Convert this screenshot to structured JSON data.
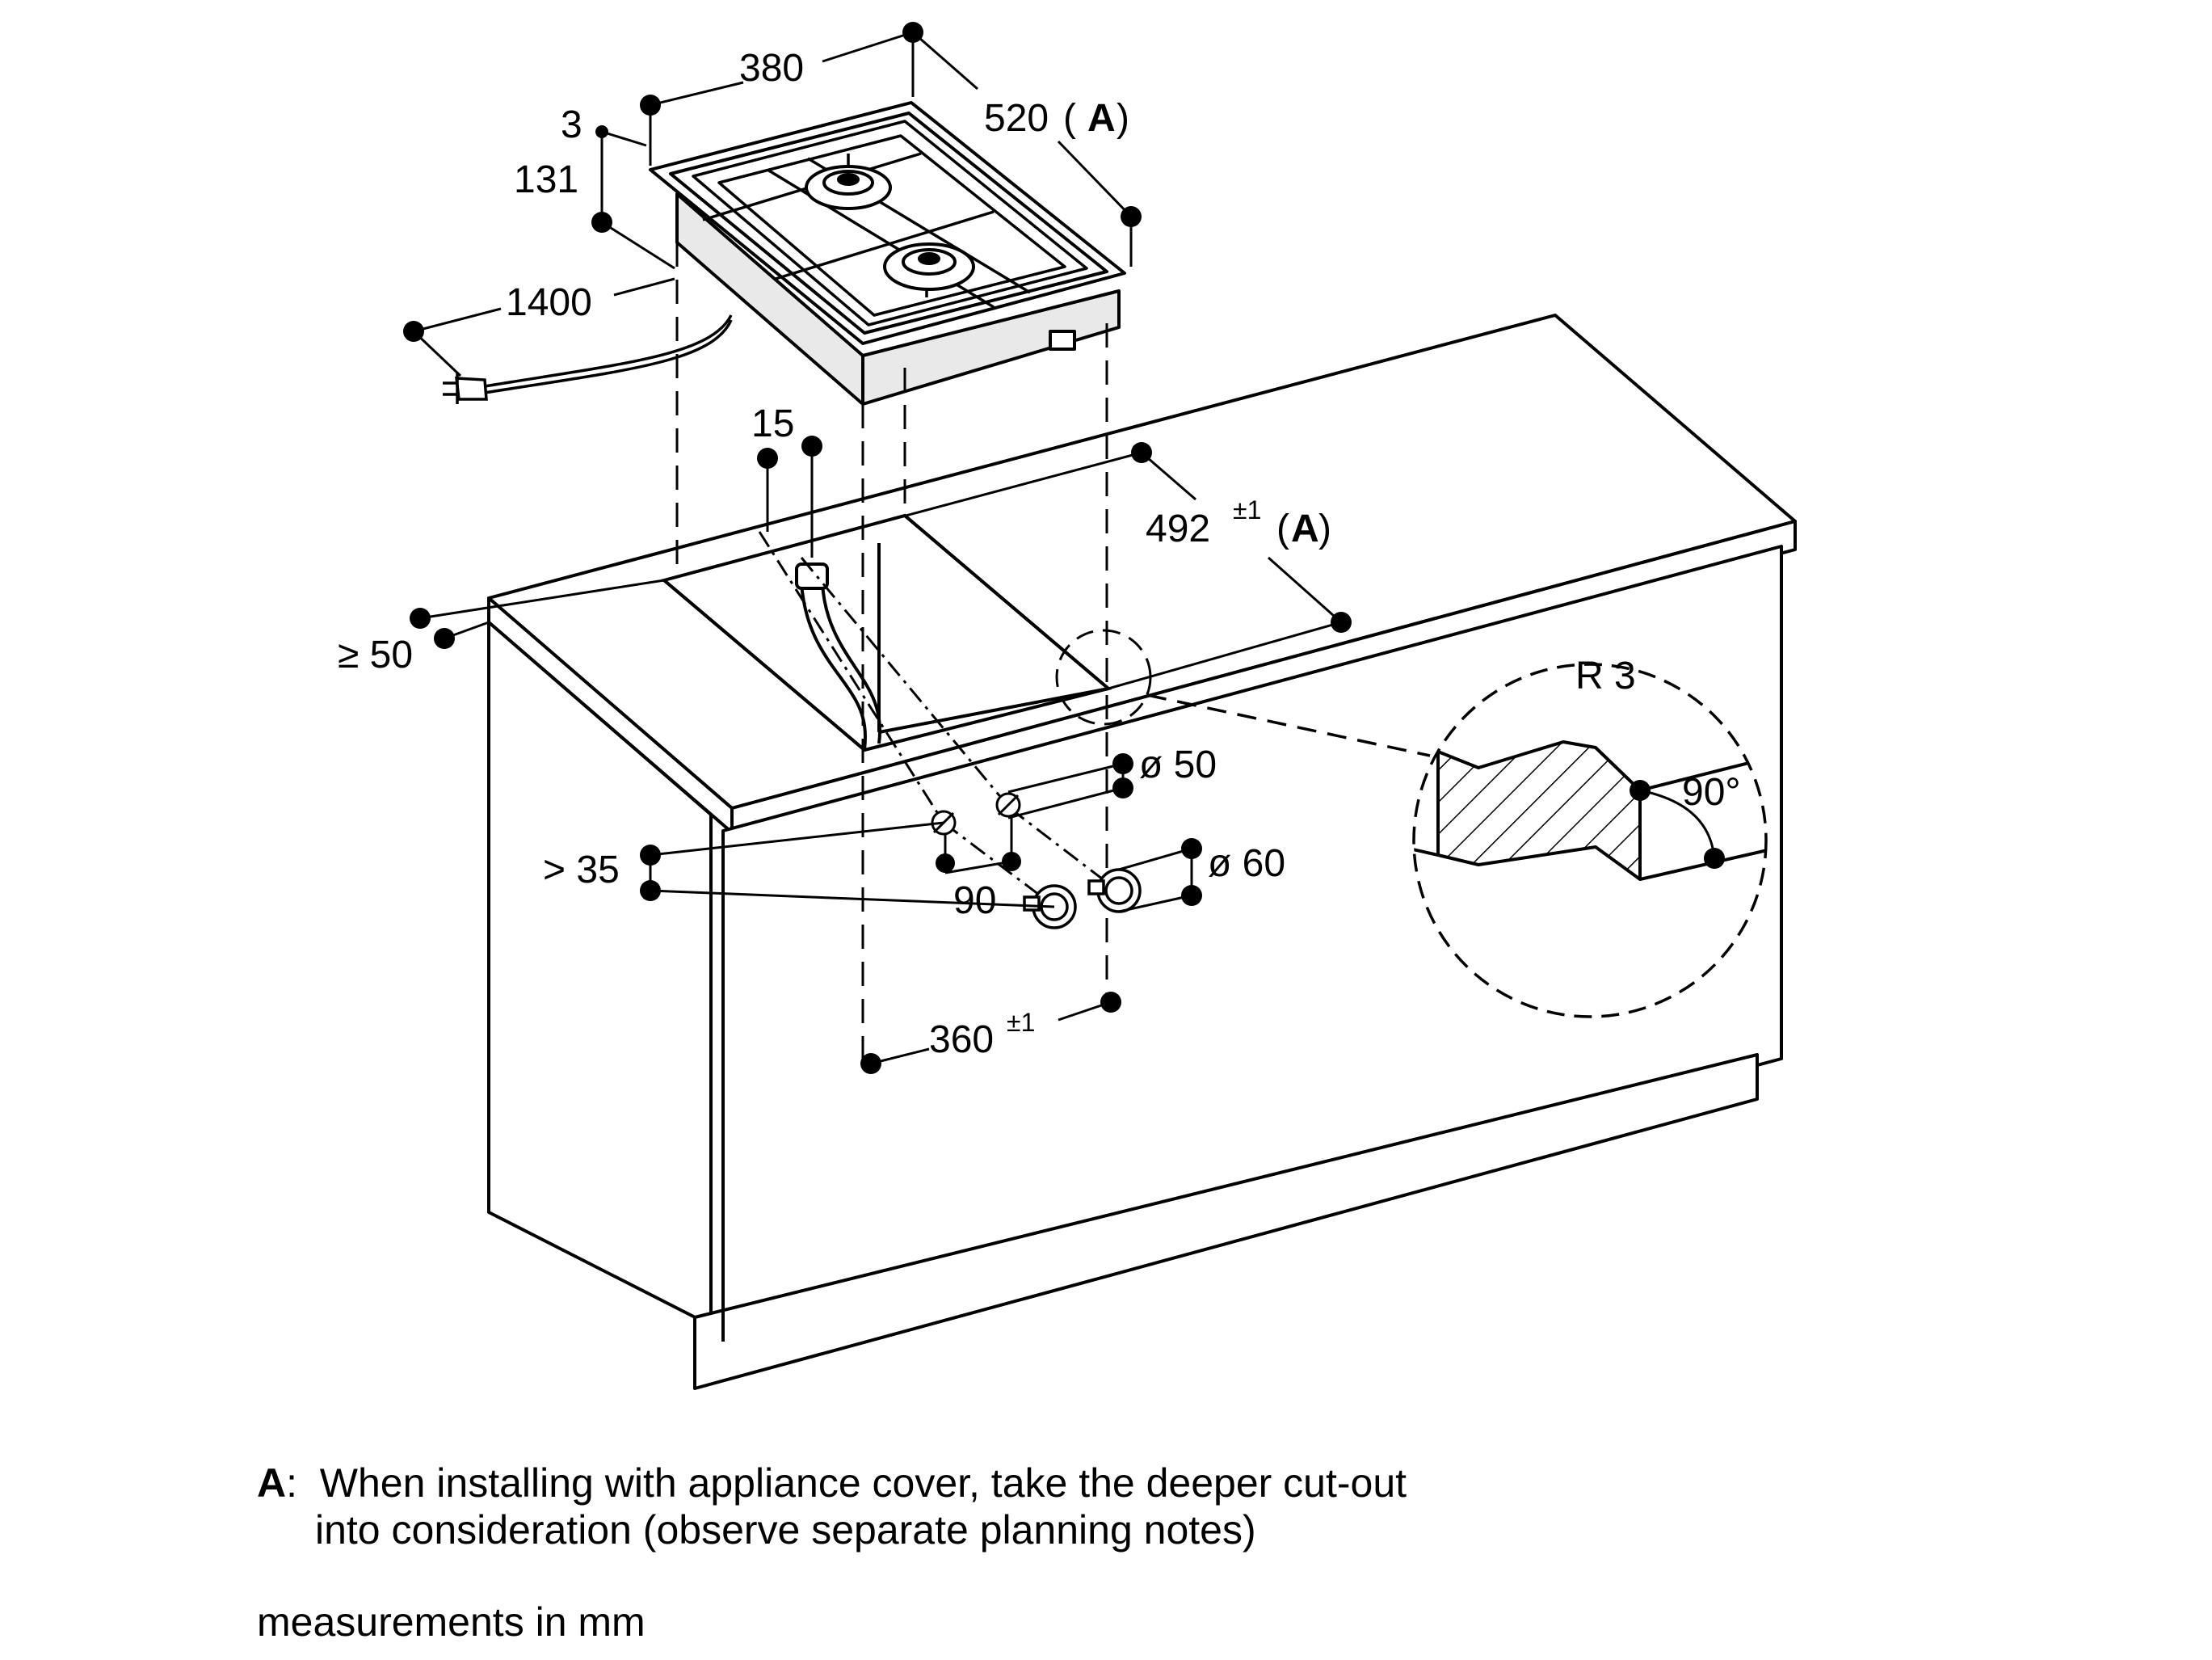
{
  "dims": {
    "width_380": "380",
    "depth_520": "520",
    "depth_520_ref": "A",
    "lip_3": "3",
    "height_131": "131",
    "cable_1400": "1400",
    "gap_15": "15",
    "cutout_492": "492",
    "cutout_492_tol": "±1",
    "cutout_492_ref": "A",
    "front_50": "≥ 50",
    "edge_35": "> 35",
    "hole_50": "ø 50",
    "hole_60": "ø 60",
    "spacing_90": "90",
    "width_360": "360",
    "width_360_tol": "±1",
    "radius": "R 3",
    "angle": "90°"
  },
  "notes": {
    "a_key": "A",
    "a_line1": "When installing with appliance cover, take the deeper cut-out",
    "a_line2": "into consideration (observe separate planning notes)",
    "units": "measurements in mm"
  },
  "colors": {
    "ink": "#000000",
    "hob_side": "#e9e9e9",
    "paper": "#ffffff"
  }
}
